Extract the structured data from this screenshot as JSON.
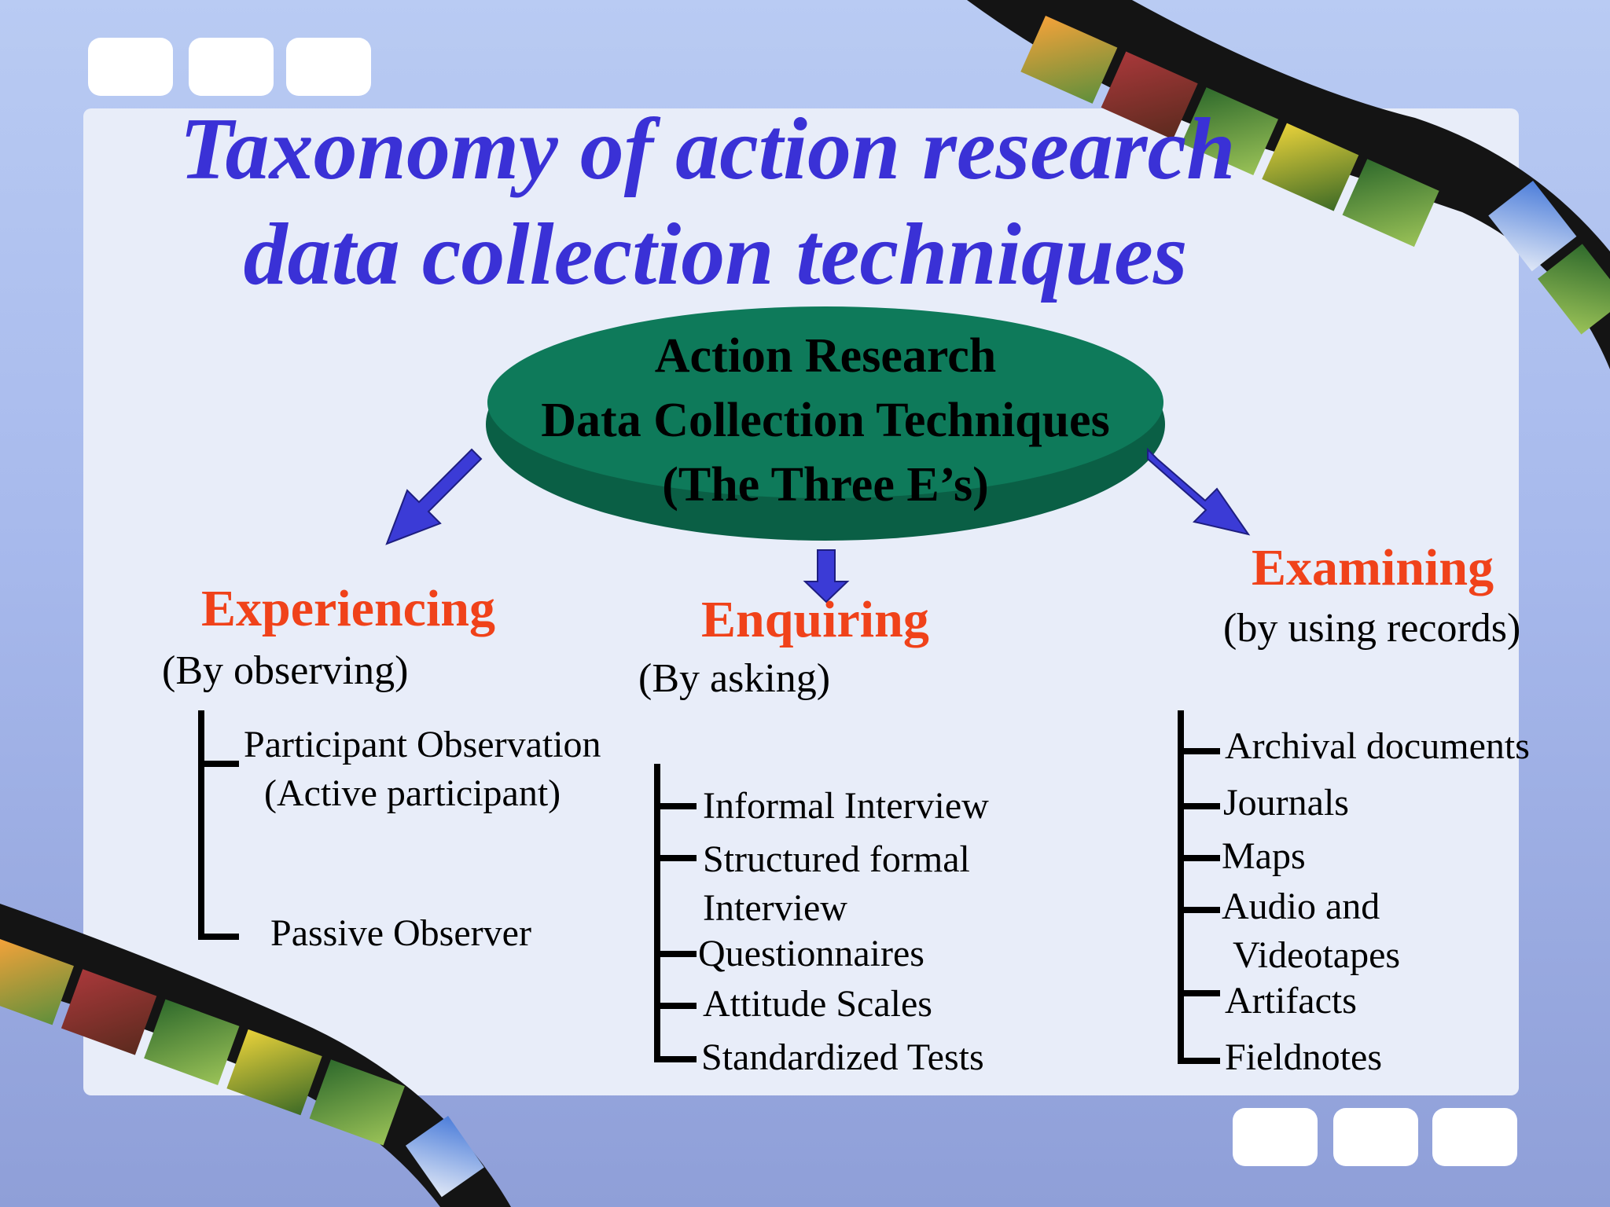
{
  "title": {
    "line1": "Taxonomy of action research",
    "line2": "data collection techniques"
  },
  "center": {
    "line1": "Action Research",
    "line2": "Data Collection Techniques",
    "line3": "(The Three E’s)"
  },
  "columns": [
    {
      "heading": "Experiencing",
      "subheading": "(By observing)",
      "items": [
        "Participant Observation",
        "(Active participant)",
        "Passive Observer"
      ]
    },
    {
      "heading": "Enquiring",
      "subheading": "(By asking)",
      "items": [
        "Informal Interview",
        "Structured formal",
        "Interview",
        "Questionnaires",
        "Attitude Scales",
        "Standardized Tests"
      ]
    },
    {
      "heading": "Examining",
      "subheading": "(by using records)",
      "items": [
        "Archival documents",
        "Journals",
        "Maps",
        "Audio and",
        "Videotapes",
        "Artifacts",
        "Fieldnotes"
      ]
    }
  ],
  "colors": {
    "title": "#3a31d6",
    "heading": "#f0421a",
    "oval": "#0e7a5a",
    "arrow": "#3b3bd6"
  },
  "icons": [
    "film-strip-icon",
    "down-left-arrow-icon",
    "down-arrow-icon",
    "down-right-arrow-icon"
  ]
}
